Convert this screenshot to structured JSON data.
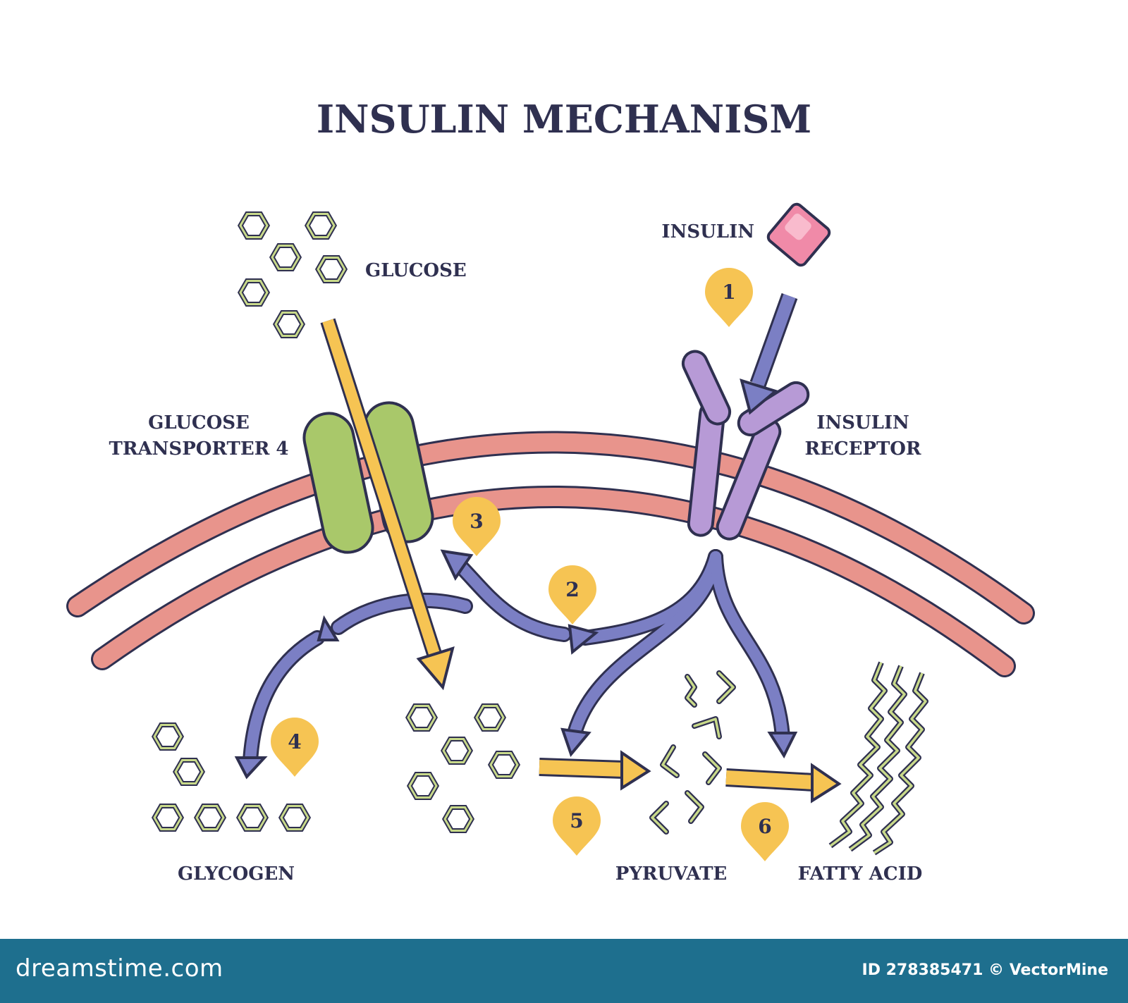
{
  "title": "INSULIN MECHANISM",
  "labels": {
    "glucose": "GLUCOSE",
    "insulin": "INSULIN",
    "glut4_line1": "GLUCOSE",
    "glut4_line2": "TRANSPORTER 4",
    "receptor_line1": "INSULIN",
    "receptor_line2": "RECEPTOR",
    "glycogen": "GLYCOGEN",
    "pyruvate": "PYRUVATE",
    "fatty_acid": "FATTY ACID"
  },
  "steps": [
    "1",
    "2",
    "3",
    "4",
    "5",
    "6"
  ],
  "footer": {
    "brand": "dreamstime.com",
    "credit": "ID 278385471 © VectorMine"
  },
  "colors": {
    "membrane": "#e8948c",
    "glut4": "#a9c86a",
    "receptor": "#b79ad6",
    "signal_arrow": "#7b7fc4",
    "glucose_arrow": "#f6c453",
    "badge": "#f6c453",
    "insulin": "#f08aa8",
    "outline": "#2f3050",
    "footer_bg": "#1e6f8e"
  }
}
